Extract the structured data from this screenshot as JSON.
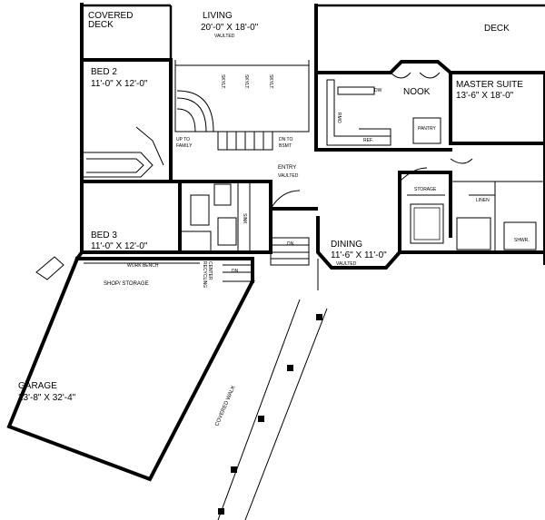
{
  "rooms": {
    "covered_deck": {
      "name_line1": "COVERED",
      "name_line2": "DECK"
    },
    "living": {
      "name": "LIVING",
      "dims": "20'-0\" X 18'-0\"",
      "note": "VAULTED"
    },
    "deck": {
      "name": "DECK"
    },
    "bed2": {
      "name": "BED 2",
      "dims": "11'-0\" X 12'-0\""
    },
    "nook": {
      "name": "NOOK"
    },
    "master_suite": {
      "name": "MASTER SUITE",
      "dims": "13'-6\" X 18'-0\""
    },
    "entry": {
      "name": "ENTRY",
      "note": "VAULTED"
    },
    "bed3": {
      "name": "BED 3",
      "dims": "11'-0\" X 12'-0\""
    },
    "dining": {
      "name": "DINING",
      "dims": "11'-6\" X 11'-0\"",
      "note": "VAULTED"
    },
    "shop_storage": {
      "name": "SHOP/ STORAGE"
    },
    "garage": {
      "name": "GARAGE",
      "dims": "23'-8\" X 32'-4\""
    }
  },
  "labels": {
    "skylight": "SKYLT.",
    "up_to_family_1": "UP TO",
    "up_to_family_2": "FAMILY",
    "dn_to_bsmt_1": "DN TO",
    "dn_to_bsmt_2": "BSMT",
    "rmo": "RMO",
    "dw": "DW",
    "ref": "REF.",
    "pantry": "PANTRY",
    "linen": "LINEN",
    "storage": "STORAGE",
    "shwr": "SHWR.",
    "sink": "SINK",
    "dn": "DN",
    "work_bench": "WORK BENCH",
    "recycling_1": "RECYCLING",
    "recycling_2": "CENTER",
    "covered_walk": "COVERED WALK"
  }
}
